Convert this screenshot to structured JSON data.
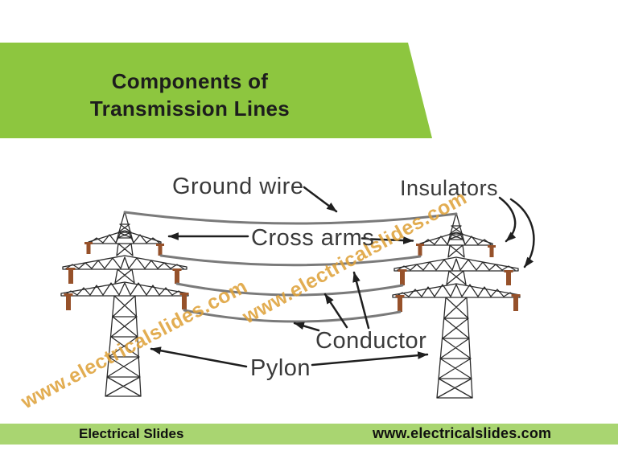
{
  "slide": {
    "title_line1": "Components of",
    "title_line2": "Transmission Lines",
    "banner_color": "#8dc63f"
  },
  "diagram": {
    "labels": {
      "ground_wire": "Ground wire",
      "insulators": "Insulators",
      "cross_arms": "Cross arms",
      "conductor": "Conductor",
      "pylon": "Pylon"
    },
    "colors": {
      "wire_gray": "#7a7a7a",
      "tower_line": "#2a2a2a",
      "insulator_brown": "#96512a",
      "arrow_black": "#1f1f1f",
      "label_text": "#3a3a3a"
    }
  },
  "watermark": {
    "text": "www.electricalslides.com",
    "color": "#dfa23b"
  },
  "footer": {
    "brand": "Electrical Slides",
    "website": "www.electricalslides.com",
    "bar_color": "#a9d571"
  }
}
